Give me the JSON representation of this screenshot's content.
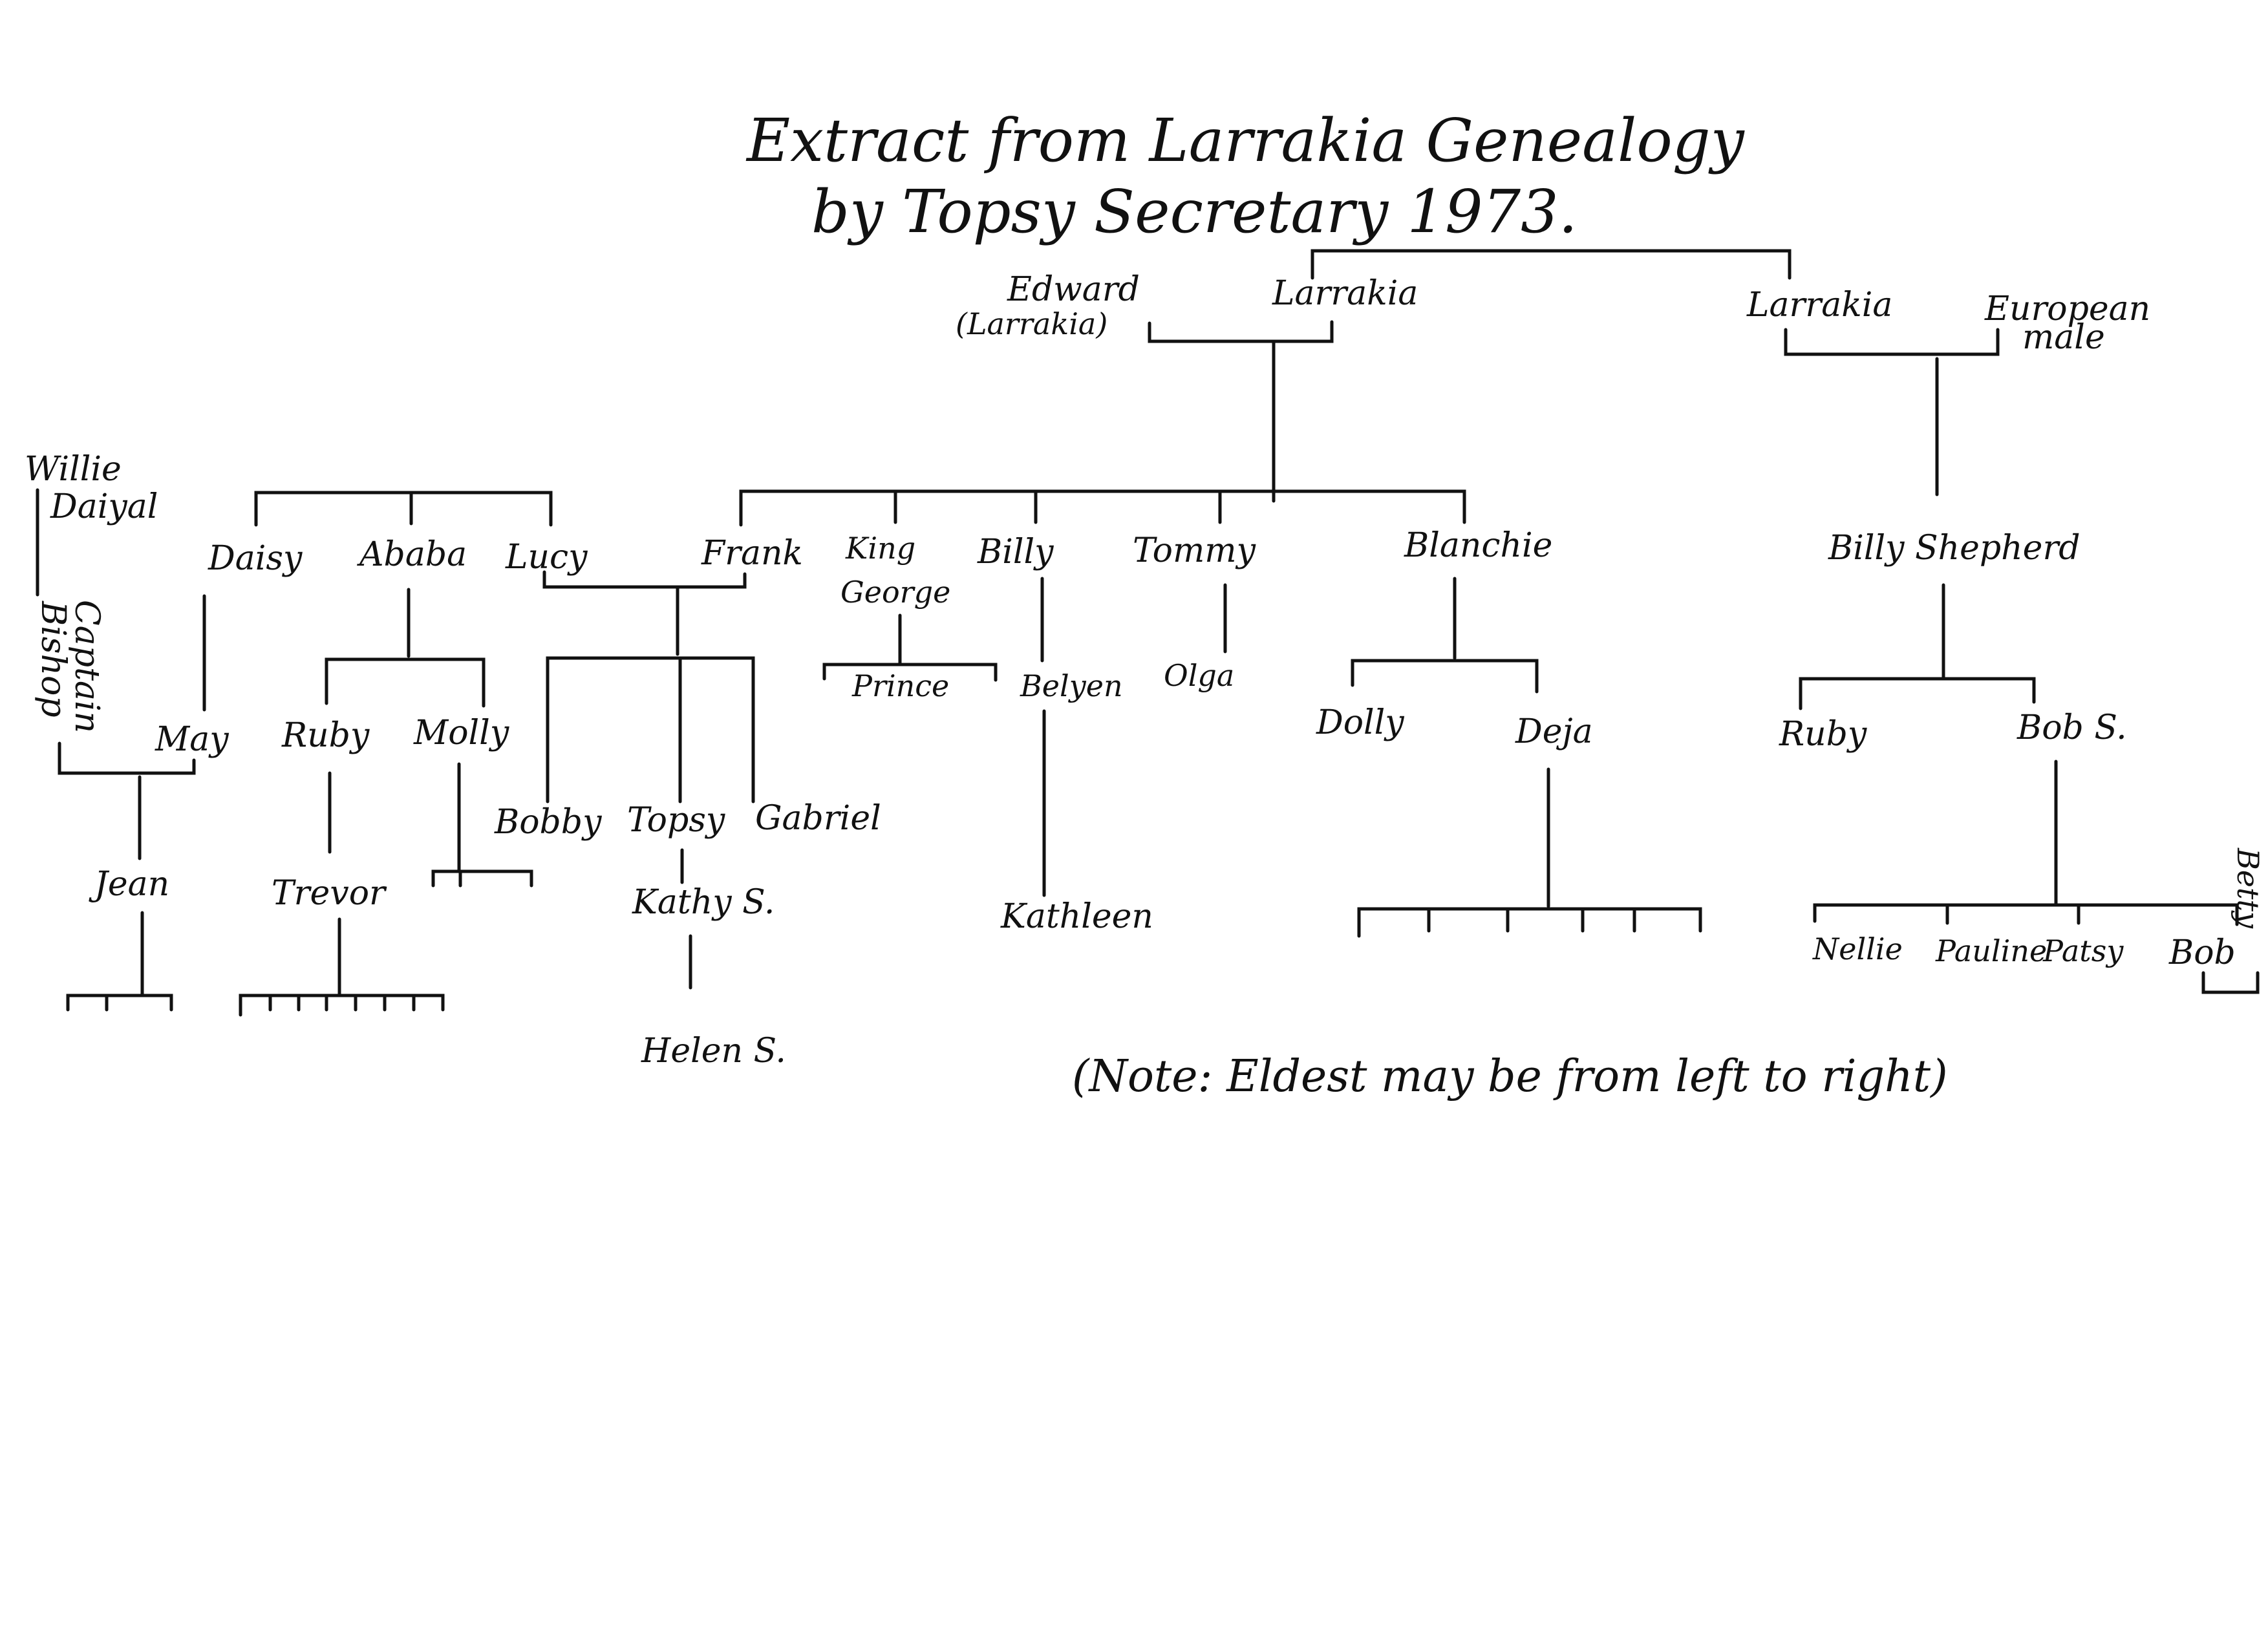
{
  "title_line1": "Extract  from Larrakia Genealogy",
  "title_line2": "by Topsy Secretary 1973.",
  "names": {
    "edward": "Edward",
    "edward_note": "(Larrakia)",
    "larrakia_left": "Larrakia",
    "larrakia_right": "Larrakia",
    "european_1": "European",
    "european_2": "male",
    "willie": "Willie",
    "daiyal": "Daiyal",
    "captain": "Captain",
    "bishop": "Bishop",
    "daisy": "Daisy",
    "ababa": "Ababa",
    "lucy": "Lucy",
    "frank": "Frank",
    "king": "King",
    "george": "George",
    "billy": "Billy",
    "tommy": "Tommy",
    "blanchie": "Blanchie",
    "billy_shepherd": "Billy Shepherd",
    "may": "May",
    "ruby_left": "Ruby",
    "molly": "Molly",
    "prince": "Prince",
    "belyen": "Belyen",
    "olga": "Olga",
    "dolly": "Dolly",
    "deja": "Deja",
    "ruby_right": "Ruby",
    "bob_s": "Bob S.",
    "bobby": "Bobby",
    "topsy": "Topsy",
    "gabriel": "Gabriel",
    "jean": "Jean",
    "trevor": "Trevor",
    "kathy_s": "Kathy S.",
    "helen_s": "Helen S.",
    "kathleen": "Kathleen",
    "nellie": "Nellie",
    "pauline": "Pauline",
    "patsy": "Patsy",
    "bob": "Bob",
    "betty": "Betty"
  },
  "note": "(Note: Eldest may be from left to right)"
}
